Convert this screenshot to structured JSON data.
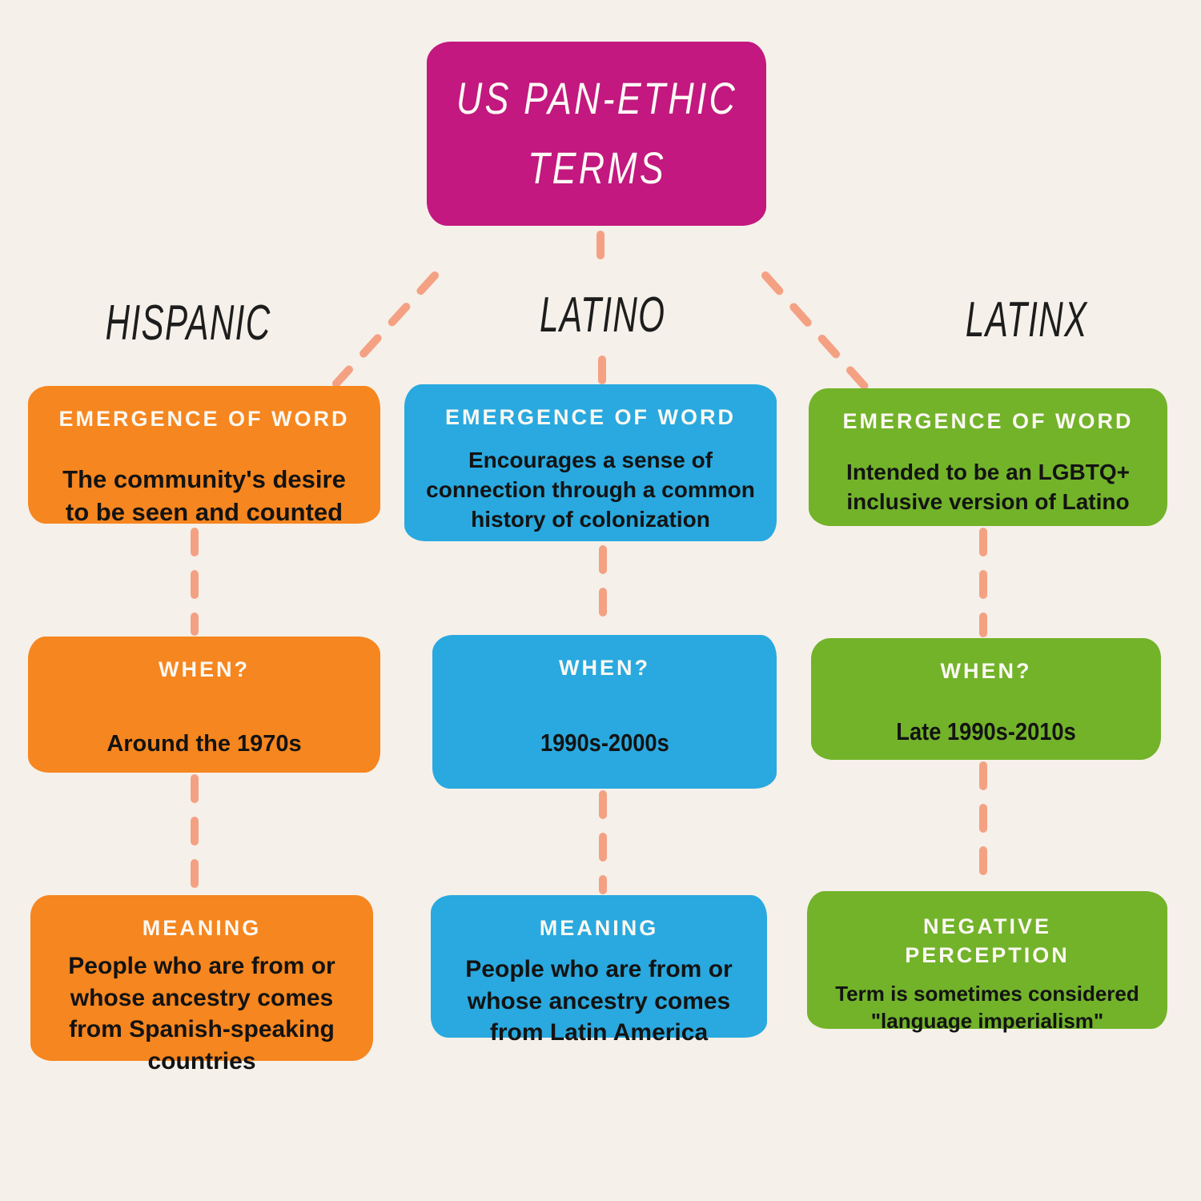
{
  "background": "#f5f0e9",
  "connector": {
    "color": "#f4a183"
  },
  "title": {
    "line1": "US PAN-ETHIC",
    "line2": "TERMS",
    "bg": "#c2187f",
    "text_color": "#fdfaf5"
  },
  "columns": [
    {
      "header": "HISPANIC",
      "color": "#f6861f",
      "boxes": [
        {
          "heading": "EMERGENCE OF WORD",
          "body": "The community's desire to be seen and counted"
        },
        {
          "heading": "WHEN?",
          "body": "Around the 1970s"
        },
        {
          "heading": "MEANING",
          "body": "People who are from or whose ancestry comes from Spanish-speaking countries"
        }
      ]
    },
    {
      "header": "LATINO",
      "color": "#29a9df",
      "boxes": [
        {
          "heading": "EMERGENCE OF WORD",
          "body": "Encourages a sense of connection through a common history of colonization"
        },
        {
          "heading": "WHEN?",
          "body": "1990s-2000s"
        },
        {
          "heading": "MEANING",
          "body": "People who are from or whose ancestry comes from Latin America"
        }
      ]
    },
    {
      "header": "LATINX",
      "color": "#72b32a",
      "boxes": [
        {
          "heading": "EMERGENCE OF WORD",
          "body": "Intended to be an LGBTQ+ inclusive version of Latino"
        },
        {
          "heading": "WHEN?",
          "body": "Late 1990s-2010s"
        },
        {
          "heading": "NEGATIVE PERCEPTION",
          "body": "Term is sometimes considered \"language imperialism\""
        }
      ]
    }
  ]
}
